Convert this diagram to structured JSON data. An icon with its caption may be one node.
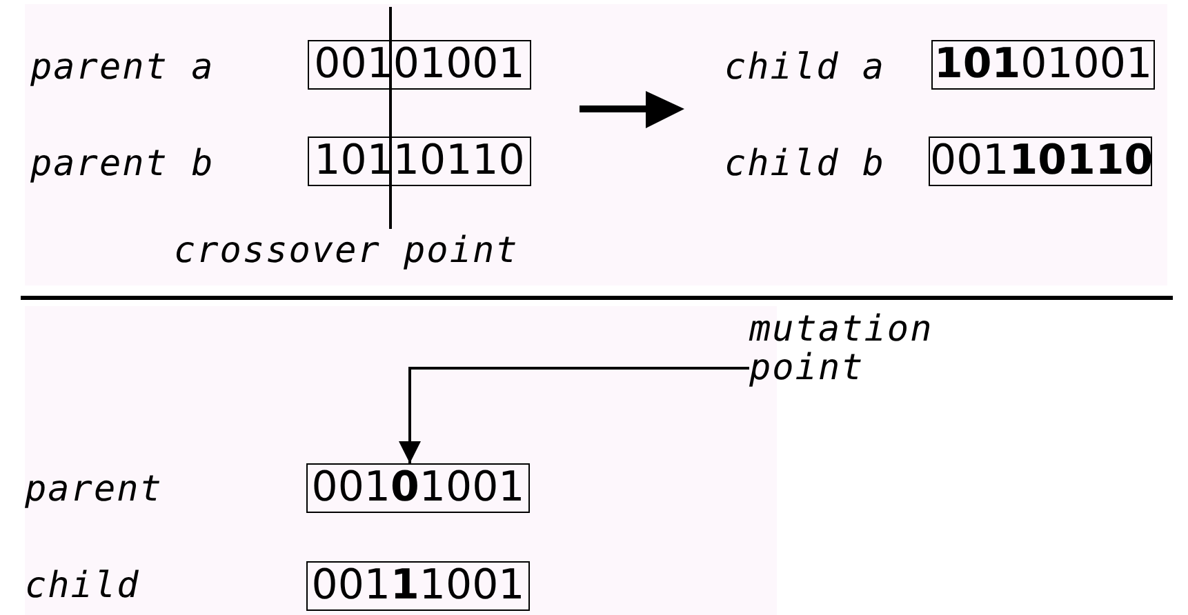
{
  "diagram": {
    "nodes": [
      {
        "text": [
          "00101001"
        ]
      },
      {
        "text": [
          "10110110"
        ]
      },
      {
        "text": [
          "**101**01001"
        ]
      },
      {
        "text": [
          "001**10110**"
        ]
      },
      {
        "text": [
          "crossover point"
        ]
      },
      {
        "text": [
          "mutation point"
        ]
      },
      {
        "text": [
          "001**0**1001"
        ]
      },
      {
        "text": [
          "001**1**1001"
        ]
      }
    ],
    "edges": [
      {
        "from": 4,
        "to": null,
        "arrow": "none"
      },
      {
        "from": 5,
        "to": 6,
        "arrow": "to"
      }
    ],
    "labels": [
      "parent a",
      "parent b",
      "child a",
      "child b",
      "parent",
      "child"
    ]
  }
}
